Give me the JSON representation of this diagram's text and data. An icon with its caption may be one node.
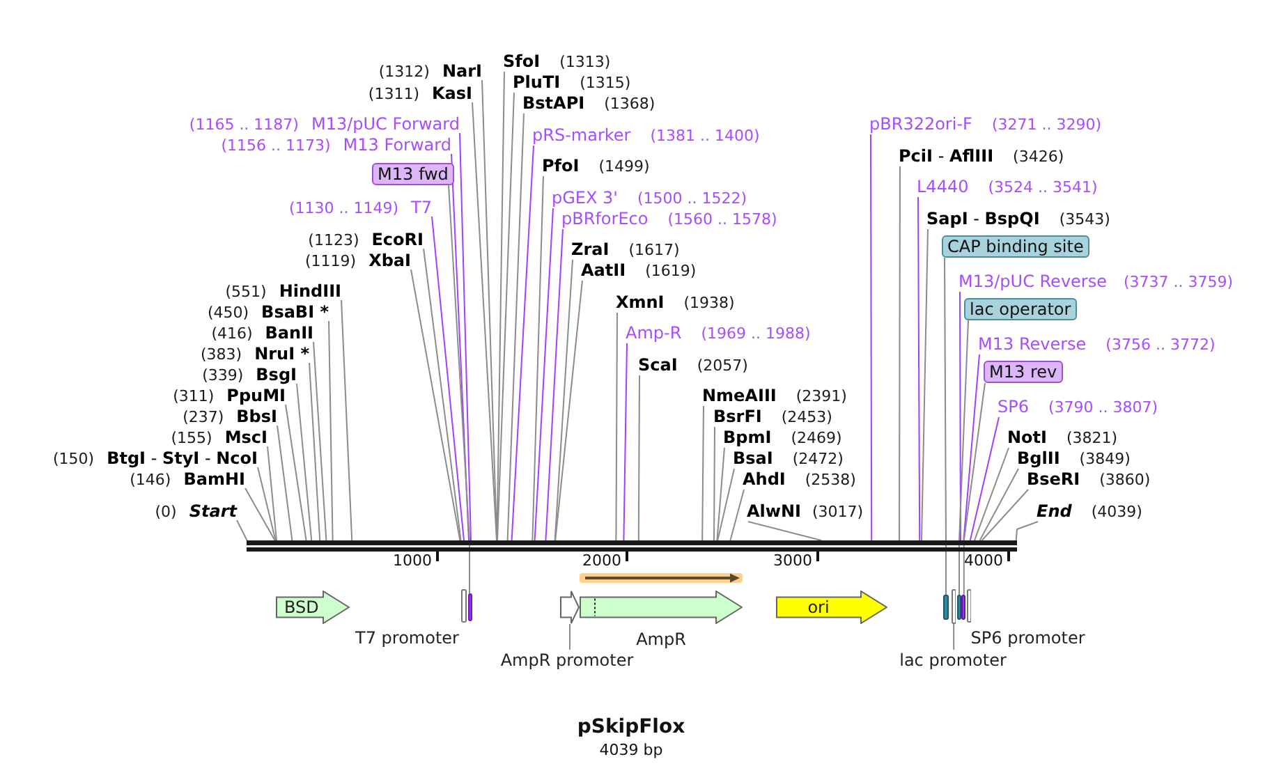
{
  "diagram": {
    "title": "pSkipFlox",
    "caption": "4039 bp",
    "nodes": [
      {
        "text": [
          "(1312)",
          "NarI"
        ]
      },
      {
        "text": [
          "(1311)",
          "KasI"
        ]
      },
      {
        "text": [
          "(1165 .. 1187)",
          "M13/pUC Forward"
        ]
      },
      {
        "text": [
          "(1156 .. 1173)",
          "M13 Forward"
        ]
      },
      {
        "text": [
          "M13 fwd"
        ]
      },
      {
        "text": [
          "(1130 .. 1149)",
          "T7"
        ]
      },
      {
        "text": [
          "(1123)",
          "EcoRI"
        ]
      },
      {
        "text": [
          "(1119)",
          "XbaI"
        ]
      },
      {
        "text": [
          "(551)",
          "HindIII"
        ]
      },
      {
        "text": [
          "(450)",
          "BsaBI *"
        ]
      },
      {
        "text": [
          "(416)",
          "BanII"
        ]
      },
      {
        "text": [
          "(383)",
          "NruI *"
        ]
      },
      {
        "text": [
          "(339)",
          "BsgI"
        ]
      },
      {
        "text": [
          "(311)",
          "PpuMI"
        ]
      },
      {
        "text": [
          "(237)",
          "BbsI"
        ]
      },
      {
        "text": [
          "(155)",
          "MscI"
        ]
      },
      {
        "text": [
          "(150)",
          "**BtgI** - **StyI** - **NcoI**"
        ]
      },
      {
        "text": [
          "(146)",
          "BamHI"
        ]
      },
      {
        "text": [
          "(0)",
          "Start"
        ]
      },
      {
        "text": [
          "SfoI",
          "(1313)"
        ]
      },
      {
        "text": [
          "PluTI",
          "(1315)"
        ]
      },
      {
        "text": [
          "BstAPI",
          "(1368)"
        ]
      },
      {
        "text": [
          "pRS-marker",
          "(1381 .. 1400)"
        ]
      },
      {
        "text": [
          "PfoI",
          "(1499)"
        ]
      },
      {
        "text": [
          "pGEX 3'",
          "(1500 .. 1522)"
        ]
      },
      {
        "text": [
          "pBRforEco",
          "(1560 .. 1578)"
        ]
      },
      {
        "text": [
          "ZraI",
          "(1617)"
        ]
      },
      {
        "text": [
          "AatII",
          "(1619)"
        ]
      },
      {
        "text": [
          "XmnI",
          "(1938)"
        ]
      },
      {
        "text": [
          "Amp-R",
          "(1969 .. 1988)"
        ]
      },
      {
        "text": [
          "ScaI",
          "(2057)"
        ]
      },
      {
        "text": [
          "NmeAIII",
          "(2391)"
        ]
      },
      {
        "text": [
          "BsrFI",
          "(2453)"
        ]
      },
      {
        "text": [
          "BpmI",
          "(2469)"
        ]
      },
      {
        "text": [
          "BsaI",
          "(2472)"
        ]
      },
      {
        "text": [
          "AhdI",
          "(2538)"
        ]
      },
      {
        "text": [
          "AlwNI",
          "(3017)"
        ]
      },
      {
        "text": [
          "pBR322ori-F",
          "(3271 .. 3290)"
        ]
      },
      {
        "text": [
          "**PciI** - **AflIII**",
          "(3426)"
        ]
      },
      {
        "text": [
          "L4440",
          "(3524 .. 3541)"
        ]
      },
      {
        "text": [
          "**SapI** - **BspQI**",
          "(3543)"
        ]
      },
      {
        "text": [
          "CAP binding site"
        ]
      },
      {
        "text": [
          "M13/pUC Reverse",
          "(3737 .. 3759)"
        ]
      },
      {
        "text": [
          "lac operator"
        ]
      },
      {
        "text": [
          "M13 Reverse",
          "(3756 .. 3772)"
        ]
      },
      {
        "text": [
          "M13 rev"
        ]
      },
      {
        "text": [
          "SP6",
          "(3790 .. 3807)"
        ]
      },
      {
        "text": [
          "NotI",
          "(3821)"
        ]
      },
      {
        "text": [
          "BglII",
          "(3849)"
        ]
      },
      {
        "text": [
          "BseRI",
          "(3860)"
        ]
      },
      {
        "text": [
          "End",
          "(4039)"
        ]
      },
      {
        "text": [],
        "shape": "bar"
      },
      {
        "text": [
          "BSD"
        ]
      },
      {
        "text": [
          "T7 promoter"
        ]
      },
      {
        "text": [],
        "shape": "bar"
      },
      {
        "text": [],
        "shape": "arrow"
      },
      {
        "text": [
          "AmpR"
        ]
      },
      {
        "text": [
          "ori"
        ]
      },
      {
        "text": [],
        "shape": "bar"
      },
      {
        "text": [],
        "shape": "bar"
      },
      {
        "text": [],
        "shape": "bar"
      },
      {
        "text": [],
        "shape": "bar"
      },
      {
        "text": [
          "SP6 promoter"
        ]
      },
      {
        "text": [
          "AmpR promoter"
        ]
      },
      {
        "text": [
          "lac promoter"
        ]
      }
    ],
    "edges": [
      {
        "from": 0,
        "to": 51,
        "arrow": "none"
      },
      {
        "from": 1,
        "to": 51,
        "arrow": "none"
      },
      {
        "from": 2,
        "to": 51,
        "arrow": "none",
        "color": "#a040ff"
      },
      {
        "from": 3,
        "to": 51,
        "arrow": "none",
        "color": "#a040ff"
      },
      {
        "from": 4,
        "to": 54,
        "arrow": "none"
      },
      {
        "from": 5,
        "to": 51,
        "arrow": "none",
        "color": "#a040ff"
      },
      {
        "from": 6,
        "to": 51,
        "arrow": "none"
      },
      {
        "from": 7,
        "to": 51,
        "arrow": "none"
      },
      {
        "from": 8,
        "to": 51,
        "arrow": "none"
      },
      {
        "from": 9,
        "to": 51,
        "arrow": "none"
      },
      {
        "from": 10,
        "to": 51,
        "arrow": "none"
      },
      {
        "from": 11,
        "to": 51,
        "arrow": "none"
      },
      {
        "from": 12,
        "to": 51,
        "arrow": "none"
      },
      {
        "from": 13,
        "to": 51,
        "arrow": "none"
      },
      {
        "from": 14,
        "to": 51,
        "arrow": "none"
      },
      {
        "from": 15,
        "to": 51,
        "arrow": "none"
      },
      {
        "from": 16,
        "to": 51,
        "arrow": "none"
      },
      {
        "from": 17,
        "to": 51,
        "arrow": "none"
      },
      {
        "from": 18,
        "to": 51,
        "arrow": "none"
      },
      {
        "from": 19,
        "to": 51,
        "arrow": "none"
      },
      {
        "from": 20,
        "to": 51,
        "arrow": "none"
      },
      {
        "from": 21,
        "to": 51,
        "arrow": "none"
      },
      {
        "from": 22,
        "to": 51,
        "arrow": "none",
        "color": "#a040ff"
      },
      {
        "from": 23,
        "to": 51,
        "arrow": "none"
      },
      {
        "from": 24,
        "to": 51,
        "arrow": "none",
        "color": "#a040ff"
      },
      {
        "from": 25,
        "to": 51,
        "arrow": "none",
        "color": "#a040ff"
      },
      {
        "from": 26,
        "to": 51,
        "arrow": "none"
      },
      {
        "from": 27,
        "to": 51,
        "arrow": "none"
      },
      {
        "from": 28,
        "to": 51,
        "arrow": "none"
      },
      {
        "from": 29,
        "to": 51,
        "arrow": "none",
        "color": "#a040ff"
      },
      {
        "from": 30,
        "to": 51,
        "arrow": "none"
      },
      {
        "from": 31,
        "to": 51,
        "arrow": "none"
      },
      {
        "from": 32,
        "to": 51,
        "arrow": "none"
      },
      {
        "from": 33,
        "to": 51,
        "arrow": "none"
      },
      {
        "from": 34,
        "to": 51,
        "arrow": "none"
      },
      {
        "from": 35,
        "to": 51,
        "arrow": "none"
      },
      {
        "from": 36,
        "to": 51,
        "arrow": "none"
      },
      {
        "from": 37,
        "to": 51,
        "arrow": "none",
        "color": "#a040ff"
      },
      {
        "from": 38,
        "to": 51,
        "arrow": "none"
      },
      {
        "from": 39,
        "to": 51,
        "arrow": "none",
        "color": "#a040ff"
      },
      {
        "from": 40,
        "to": 51,
        "arrow": "none"
      },
      {
        "from": 41,
        "to": 58,
        "arrow": "none"
      },
      {
        "from": 42,
        "to": 51,
        "arrow": "none",
        "color": "#a040ff"
      },
      {
        "from": 43,
        "to": 60,
        "arrow": "none"
      },
      {
        "from": 44,
        "to": 51,
        "arrow": "none",
        "color": "#a040ff"
      },
      {
        "from": 45,
        "to": 61,
        "arrow": "none"
      },
      {
        "from": 46,
        "to": 51,
        "arrow": "none",
        "color": "#a040ff"
      },
      {
        "from": 47,
        "to": 51,
        "arrow": "none"
      },
      {
        "from": 48,
        "to": 51,
        "arrow": "none"
      },
      {
        "from": 49,
        "to": 51,
        "arrow": "none"
      },
      {
        "from": 50,
        "to": 51,
        "arrow": "none"
      },
      {
        "from": 63,
        "to": 55,
        "arrow": "none"
      },
      {
        "from": 64,
        "to": 59,
        "arrow": "none"
      }
    ],
    "labels": [
      "1000",
      "2000",
      "3000",
      "4000"
    ]
  }
}
